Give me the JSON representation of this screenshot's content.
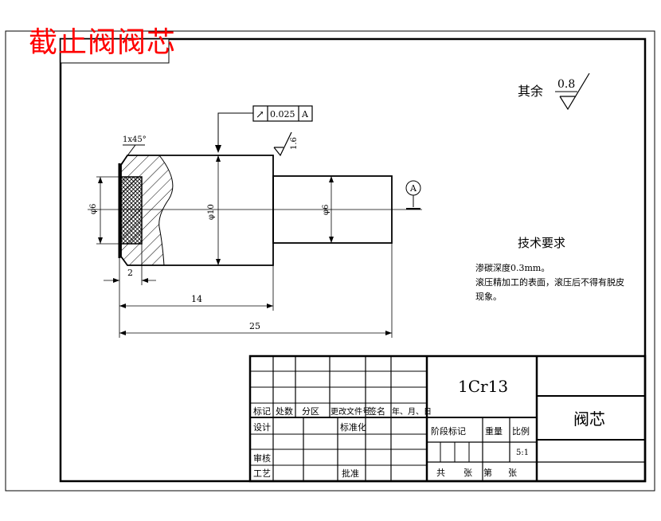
{
  "overlay_title": "截止阀阀芯",
  "surface": {
    "other_label": "其余",
    "other_value": "0.8",
    "face_value": "1.6"
  },
  "tolerance": {
    "symbol": "↗",
    "value": "0.025",
    "datum": "A"
  },
  "datum_label": "A",
  "dimensions": {
    "chamfer": "1x45°",
    "diameter_main": "φ10",
    "diameter_left": "φ6",
    "diameter_right": "φ6",
    "length_small": "2",
    "length_mid": "14",
    "length_total": "25"
  },
  "tech": {
    "title": "技术要求",
    "lines": [
      "渗碳深度0.3mm。",
      "滚压精加工的表面，滚压后不得有脱皮",
      "现象。"
    ]
  },
  "title_block": {
    "material": "1Cr13",
    "part_name": "阀芯",
    "headers": [
      "标记",
      "处数",
      "分区",
      "更改文件号",
      "签名",
      "年、月、日"
    ],
    "design": "设计",
    "standardize": "标准化",
    "review": "审核",
    "process": "工艺",
    "approve": "批准",
    "stage_mark": "阶段标记",
    "weight": "重量",
    "scale_label": "比例",
    "scale_value": "5:1",
    "sheets_total": "共",
    "sheet_unit_1": "张",
    "sheet_nth": "第",
    "sheet_unit_2": "张"
  }
}
